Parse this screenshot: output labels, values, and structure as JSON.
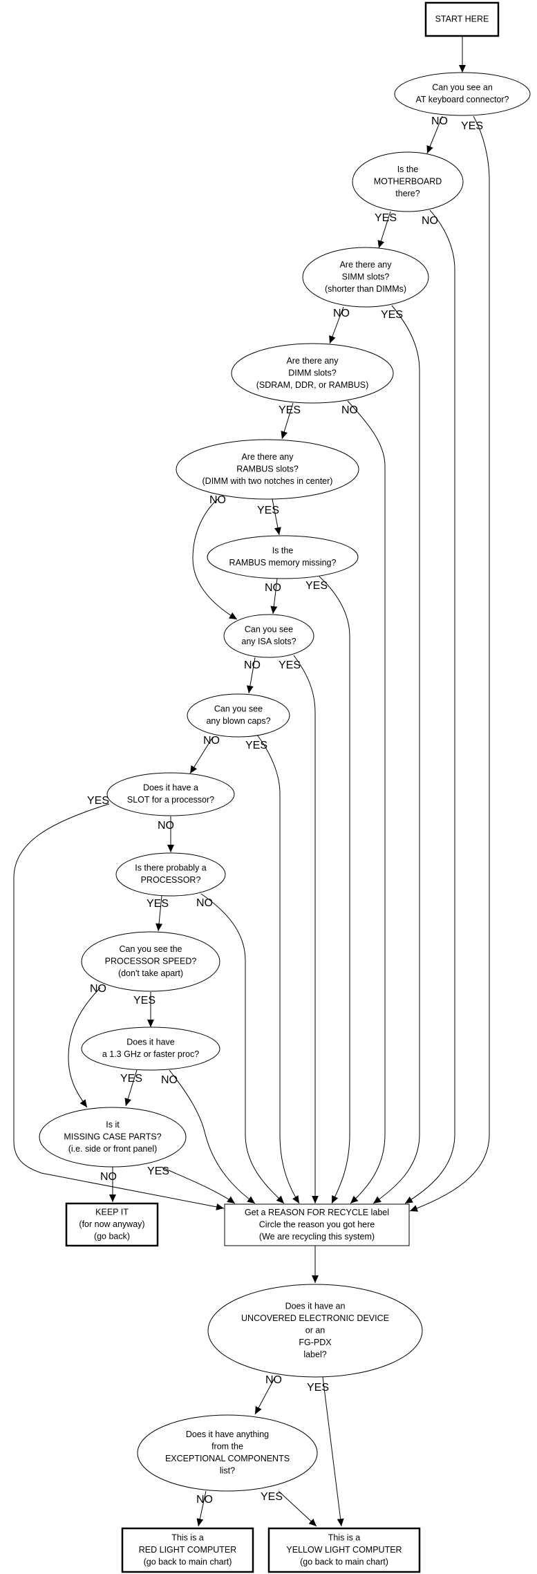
{
  "nodes": {
    "start": [
      "START HERE"
    ],
    "at_keyboard": [
      "Can you see an",
      "AT keyboard connector?"
    ],
    "motherboard": [
      "Is the",
      "MOTHERBOARD",
      "there?"
    ],
    "simm": [
      "Are there any",
      "SIMM slots?",
      "(shorter than DIMMs)"
    ],
    "dimm": [
      "Are there any",
      "DIMM slots?",
      "(SDRAM, DDR, or RAMBUS)"
    ],
    "rambus_slots": [
      "Are there any",
      "RAMBUS slots?",
      "(DIMM with two notches in center)"
    ],
    "rambus_missing": [
      "Is the",
      "RAMBUS memory missing?"
    ],
    "isa": [
      "Can you see",
      "any ISA slots?"
    ],
    "blown_caps": [
      "Can you see",
      "any blown caps?"
    ],
    "proc_slot": [
      "Does it have a",
      "SLOT for a processor?"
    ],
    "processor": [
      "Is there probably a",
      "PROCESSOR?"
    ],
    "proc_speed": [
      "Can you see the",
      "PROCESSOR SPEED?",
      "(don't take apart)"
    ],
    "ghz": [
      "Does it have",
      "a 1.3 GHz or faster proc?"
    ],
    "case_parts": [
      "Is it",
      "MISSING CASE PARTS?",
      "(i.e. side or front panel)"
    ],
    "keep_it": [
      "KEEP IT",
      "(for now anyway)",
      "(go back)"
    ],
    "recycle": [
      "Get a REASON FOR RECYCLE label",
      "Circle the reason you got here",
      "(We are recycling this system)"
    ],
    "uncovered": [
      "Does it have an",
      "UNCOVERED ELECTRONIC DEVICE",
      "or an",
      "FG-PDX",
      "label?"
    ],
    "exceptional": [
      "Does it have anything",
      "from the",
      "EXCEPTIONAL COMPONENTS",
      "list?"
    ],
    "red": [
      "This is a",
      "RED LIGHT COMPUTER",
      "(go back to main chart)"
    ],
    "yellow": [
      "This is a",
      "YELLOW LIGHT COMPUTER",
      "(go back to main chart)"
    ]
  },
  "edges": [
    {
      "from": "start",
      "to": "at_keyboard",
      "label": null
    },
    {
      "from": "at_keyboard",
      "to": "motherboard",
      "label": "NO"
    },
    {
      "from": "at_keyboard",
      "to": "recycle",
      "label": "YES"
    },
    {
      "from": "motherboard",
      "to": "simm",
      "label": "YES"
    },
    {
      "from": "motherboard",
      "to": "recycle",
      "label": "NO"
    },
    {
      "from": "simm",
      "to": "dimm",
      "label": "NO"
    },
    {
      "from": "simm",
      "to": "recycle",
      "label": "YES"
    },
    {
      "from": "dimm",
      "to": "rambus_slots",
      "label": "YES"
    },
    {
      "from": "dimm",
      "to": "recycle",
      "label": "NO"
    },
    {
      "from": "rambus_slots",
      "to": "rambus_missing",
      "label": "YES"
    },
    {
      "from": "rambus_slots",
      "to": "isa",
      "label": "NO"
    },
    {
      "from": "rambus_missing",
      "to": "isa",
      "label": "NO"
    },
    {
      "from": "rambus_missing",
      "to": "recycle",
      "label": "YES"
    },
    {
      "from": "isa",
      "to": "blown_caps",
      "label": "NO"
    },
    {
      "from": "isa",
      "to": "recycle",
      "label": "YES"
    },
    {
      "from": "blown_caps",
      "to": "proc_slot",
      "label": "NO"
    },
    {
      "from": "blown_caps",
      "to": "recycle",
      "label": "YES"
    },
    {
      "from": "proc_slot",
      "to": "processor",
      "label": "NO"
    },
    {
      "from": "proc_slot",
      "to": "recycle",
      "label": "YES"
    },
    {
      "from": "processor",
      "to": "proc_speed",
      "label": "YES"
    },
    {
      "from": "processor",
      "to": "recycle",
      "label": "NO"
    },
    {
      "from": "proc_speed",
      "to": "case_parts",
      "label": "NO"
    },
    {
      "from": "proc_speed",
      "to": "ghz",
      "label": "YES"
    },
    {
      "from": "ghz",
      "to": "case_parts",
      "label": "YES"
    },
    {
      "from": "ghz",
      "to": "recycle",
      "label": "NO"
    },
    {
      "from": "case_parts",
      "to": "keep_it",
      "label": "NO"
    },
    {
      "from": "case_parts",
      "to": "recycle",
      "label": "YES"
    },
    {
      "from": "recycle",
      "to": "uncovered",
      "label": null
    },
    {
      "from": "uncovered",
      "to": "exceptional",
      "label": "NO"
    },
    {
      "from": "uncovered",
      "to": "yellow",
      "label": "YES"
    },
    {
      "from": "exceptional",
      "to": "red",
      "label": "NO"
    },
    {
      "from": "exceptional",
      "to": "yellow",
      "label": "YES"
    }
  ]
}
